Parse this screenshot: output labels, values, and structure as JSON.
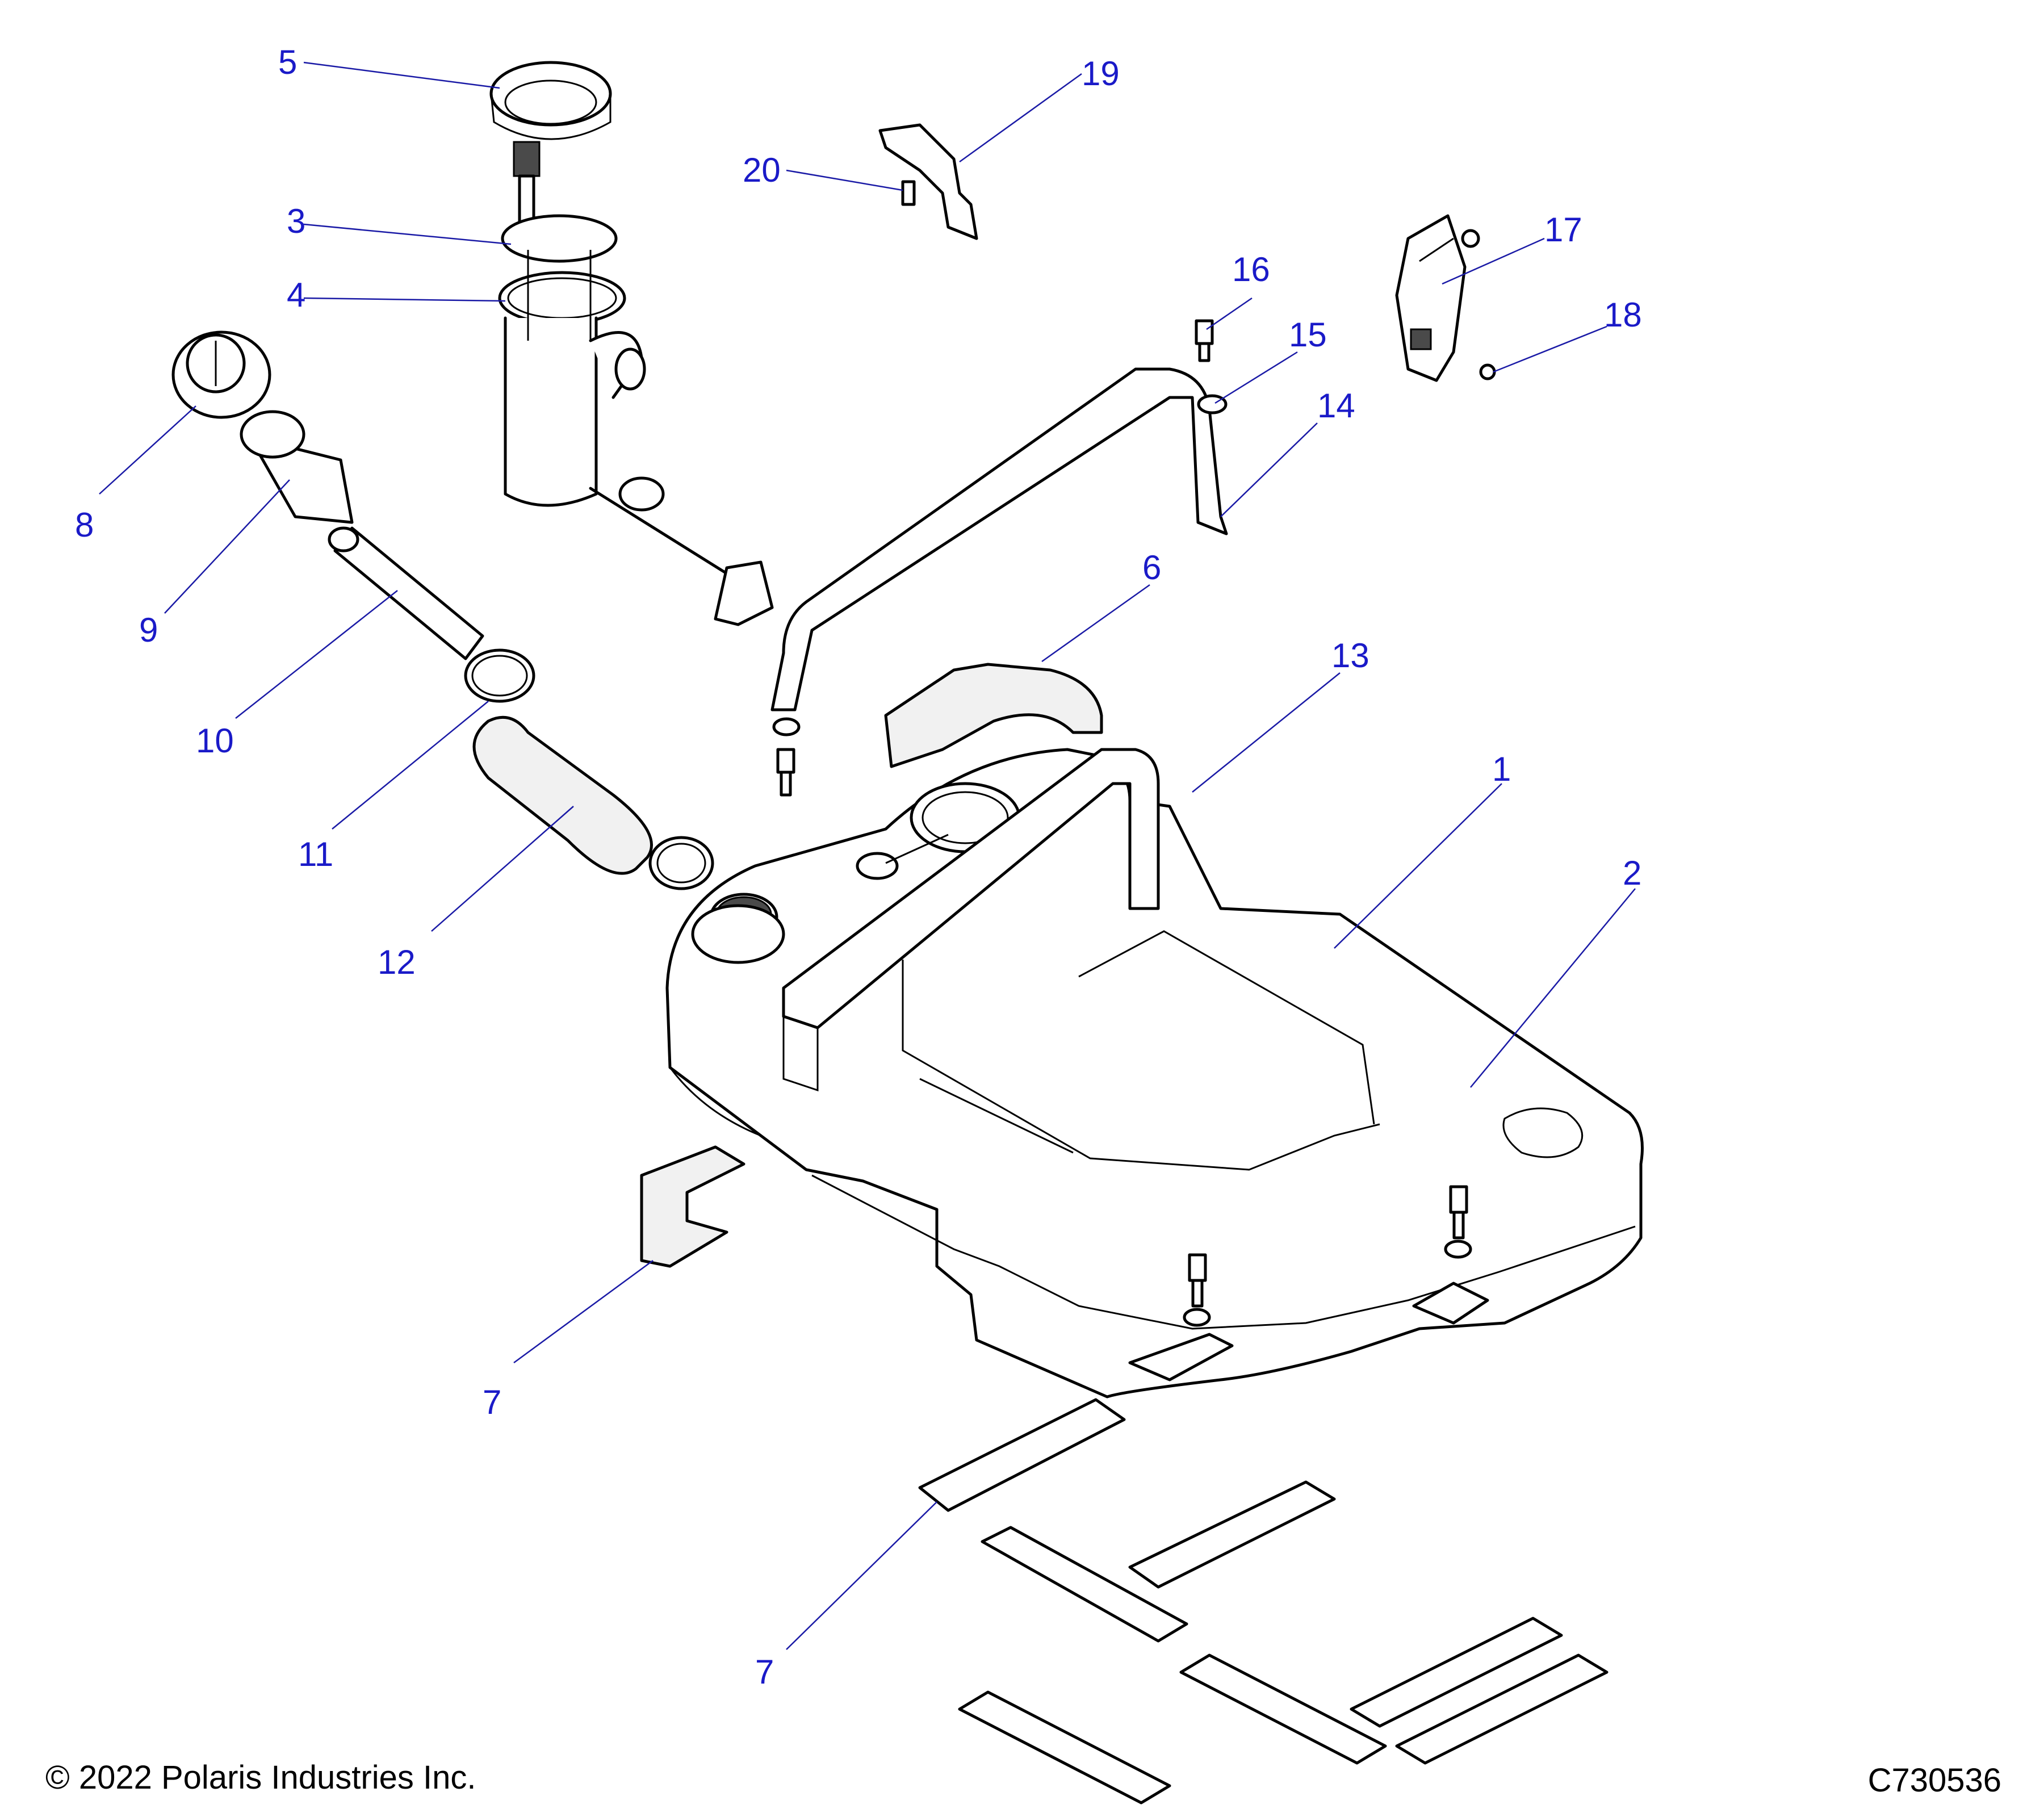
{
  "callouts": {
    "c1": "1",
    "c2": "2",
    "c3": "3",
    "c4": "4",
    "c5": "5",
    "c6": "6",
    "c7a": "7",
    "c7b": "7",
    "c8": "8",
    "c9": "9",
    "c10": "10",
    "c11": "11",
    "c12": "12",
    "c13": "13",
    "c14": "14",
    "c15": "15",
    "c16": "16",
    "c17": "17",
    "c18": "18",
    "c19": "19",
    "c20": "20"
  },
  "footer": {
    "copyright": "© 2022 Polaris Industries Inc.",
    "figure_id": "C730536"
  },
  "colors": {
    "callout_text": "#1a1ac8",
    "leader_line": "#1a1aa6",
    "outline": "#000000"
  }
}
